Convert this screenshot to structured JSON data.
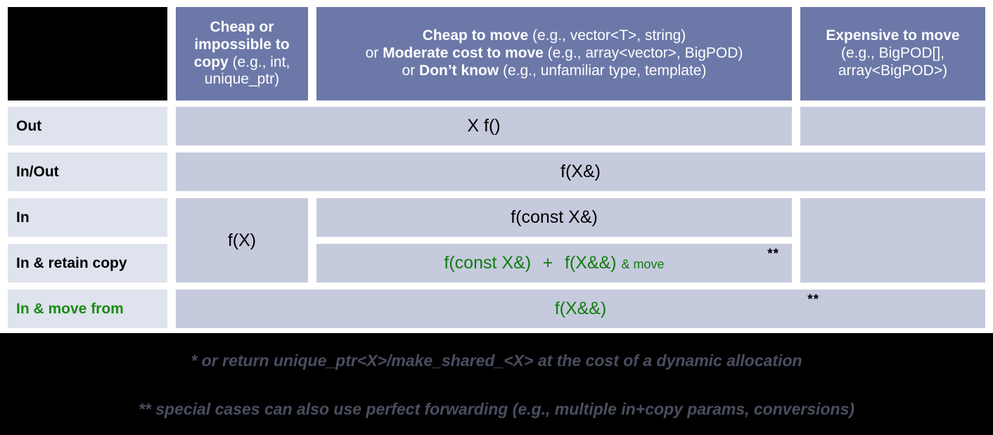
{
  "title": "Parameter passing / return guidance table",
  "colors": {
    "header_bg": "#6c78a8",
    "body_cell_bg": "#c6cadd",
    "row_label_bg": "#dfe3ed",
    "accent_green": "#107c10",
    "background": "#000000",
    "footnote_text": "#4a4e60"
  },
  "header": {
    "corner": "",
    "columns": [
      {
        "id": "cheap-or-impossible-to-copy",
        "lines": [
          {
            "bold": "Cheap or",
            "rest": ""
          },
          {
            "bold": "impossible to",
            "rest": ""
          },
          {
            "bold": "copy",
            "rest": " (e.g., int,"
          },
          {
            "bold": "",
            "rest": "unique_ptr)"
          }
        ],
        "plain": "Cheap or impossible to copy (e.g., int, unique_ptr)"
      },
      {
        "id": "cheap-to-move",
        "lines": [
          {
            "bold": "Cheap to move",
            "rest": " (e.g., vector<T>, string)"
          },
          {
            "prefix": "or ",
            "bold": "Moderate cost to move",
            "rest": " (e.g., array<vector>, BigPOD)"
          },
          {
            "prefix": "or ",
            "bold": "Don’t know",
            "rest": " (e.g., unfamiliar type, template)"
          }
        ],
        "plain": "Cheap to move (e.g., vector<T>, string) or Moderate cost to move (e.g., array<vector>, BigPOD) or Don’t know (e.g., unfamiliar type, template)"
      },
      {
        "id": "expensive-to-move",
        "lines": [
          {
            "bold": "Expensive to move",
            "rest": ""
          },
          {
            "bold": "",
            "rest": "(e.g., BigPOD[],"
          },
          {
            "bold": "",
            "rest": "array<BigPOD>)"
          }
        ],
        "plain": "Expensive to move (e.g., BigPOD[], array<BigPOD>)"
      }
    ]
  },
  "rows": [
    {
      "id": "out",
      "label": "Out",
      "green_label": false
    },
    {
      "id": "in-out",
      "label": "In/Out",
      "green_label": false
    },
    {
      "id": "in",
      "label": "In",
      "green_label": false
    },
    {
      "id": "in-retain-copy",
      "label": "In & retain copy",
      "green_label": false
    },
    {
      "id": "in-move-from",
      "label": "In & move from",
      "green_label": true
    }
  ],
  "cells": {
    "out_main": "X f()",
    "in_out_main": "f(X&)",
    "in_cheap_copy": "f(X)",
    "in_main": "f(const X&)",
    "in_retain_part1": "f(const X&)",
    "in_retain_plus": "+",
    "in_retain_part2": "f(X&&)",
    "in_retain_note": "& move",
    "in_retain_mark": "**",
    "in_move_from_main": "f(X&&)",
    "in_move_from_mark": "**"
  },
  "footnotes": {
    "one": "* or return unique_ptr<X>/make_shared_<X> at the cost of a dynamic allocation",
    "two": "** special cases can also use perfect forwarding (e.g., multiple in+copy params, conversions)"
  }
}
